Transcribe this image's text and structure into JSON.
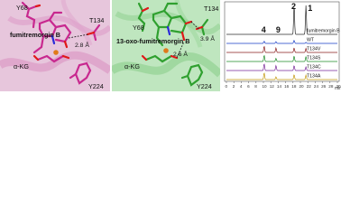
{
  "panel_a": {
    "labels": {
      "res_y68": "Y68",
      "res_t134": "T134",
      "res_y224": "Y224",
      "ligand": "fumitremorgin B",
      "cofactor": "α-KG",
      "distance": "2.8 Å"
    },
    "colors": {
      "background": "#e7c6dc",
      "helix": "#d98ec0",
      "stick": "#c8288f",
      "oxygen": "#e01818",
      "nitrogen": "#2a2ad8",
      "iron": "#e07a1a"
    }
  },
  "panel_b": {
    "labels": {
      "res_y68": "Y68",
      "res_t134": "T134",
      "res_y224": "Y224",
      "ligand": "13-oxo-fumitremorgin B",
      "cofactor": "α-KG",
      "distance_1": "3.9 Å",
      "distance_2": "2.6 Å"
    },
    "colors": {
      "background": "#bfe6bf",
      "helix": "#86cc86",
      "stick": "#2fa02f",
      "oxygen": "#e01818",
      "nitrogen": "#2a2ad8",
      "iron": "#e07a1a"
    }
  },
  "chart_data": {
    "type": "line",
    "xlabel": "min",
    "xlim": [
      0,
      30
    ],
    "x_ticks": [
      "0",
      "2",
      "4",
      "6",
      "8",
      "10",
      "12",
      "14",
      "16",
      "18",
      "20",
      "22",
      "24",
      "26",
      "28",
      "30"
    ],
    "peak_labels": [
      {
        "label": "2",
        "x": 18.3
      },
      {
        "label": "1",
        "x": 21.5
      },
      {
        "label": "4",
        "x": 10.2
      },
      {
        "label": "9",
        "x": 13.4
      }
    ],
    "series": [
      {
        "name": "fumitremorgin B",
        "color": "#2c2c2c",
        "peaks": [
          {
            "x": 18.3,
            "h": 1.0
          },
          {
            "x": 21.5,
            "h": 1.0
          }
        ]
      },
      {
        "name": "WT",
        "color": "#1a3fc8",
        "peaks": [
          {
            "x": 10.2,
            "h": 0.25
          },
          {
            "x": 13.4,
            "h": 0.2
          },
          {
            "x": 18.3,
            "h": 0.35
          },
          {
            "x": 21.5,
            "h": 0.12
          }
        ]
      },
      {
        "name": "T134V",
        "color": "#8a1f1f",
        "peaks": [
          {
            "x": 10.2,
            "h": 0.7
          },
          {
            "x": 13.4,
            "h": 0.5
          },
          {
            "x": 18.3,
            "h": 0.5
          },
          {
            "x": 21.5,
            "h": 0.45
          }
        ]
      },
      {
        "name": "T134S",
        "color": "#1e8c2a",
        "peaks": [
          {
            "x": 10.2,
            "h": 0.7
          },
          {
            "x": 13.4,
            "h": 0.35
          },
          {
            "x": 18.3,
            "h": 0.6
          },
          {
            "x": 21.5,
            "h": 0.55
          }
        ]
      },
      {
        "name": "T134C",
        "color": "#7a2a9a",
        "peaks": [
          {
            "x": 10.2,
            "h": 0.75
          },
          {
            "x": 13.4,
            "h": 0.55
          },
          {
            "x": 18.3,
            "h": 0.55
          },
          {
            "x": 21.5,
            "h": 0.4
          }
        ]
      },
      {
        "name": "T134A",
        "color": "#c49a12",
        "peaks": [
          {
            "x": 10.2,
            "h": 0.75
          },
          {
            "x": 13.4,
            "h": 0.3
          },
          {
            "x": 18.3,
            "h": 0.55
          },
          {
            "x": 21.5,
            "h": 0.5
          }
        ]
      }
    ]
  }
}
